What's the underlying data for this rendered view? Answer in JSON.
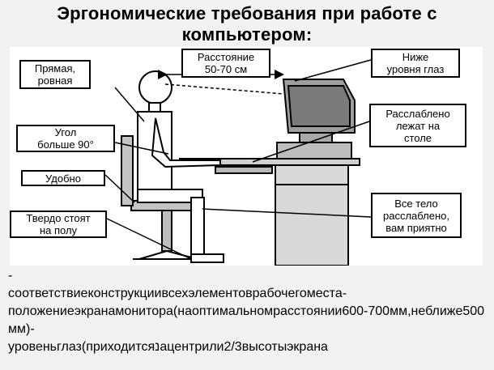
{
  "slide": {
    "title_line1": "Эргономические требования при работе с",
    "title_line2": "компьютером:"
  },
  "diagram": {
    "callouts": {
      "posture": "Прямая,\nровная",
      "distance": "Расстояние\n50-70 см",
      "eye_level": "Ниже\nуровня глаз",
      "angle": "Угол\nбольше 90°",
      "relaxed_hands": "Расслаблено\nлежат на\nстоле",
      "comfortable": "Удобно",
      "feet": "Твердо стоят\nна полу",
      "body_relaxed": "Все тело\nрасслаблено,\nвам приятно"
    }
  },
  "notes": {
    "text": "-\nсоответствиеконструкциивсехэлементоврабочегоместа-\nположениеэкранамонитора(наоптимальномрасстоянии600-700мм,неближе500мм)-\nуровеньглаз(приходитсяנацентрили2/3высотыэкрана"
  }
}
